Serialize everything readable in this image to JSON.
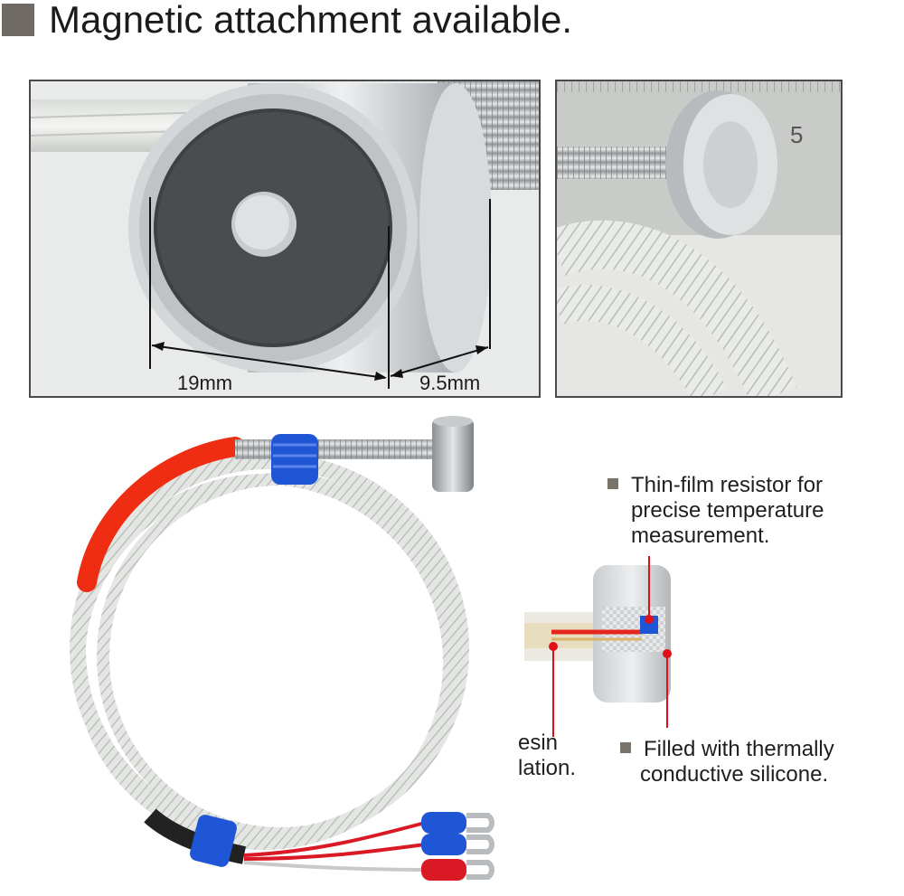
{
  "header": {
    "title": "Magnetic attachment available."
  },
  "dimensions": {
    "diameter_label": "19mm",
    "thickness_label": "9.5mm"
  },
  "callouts": {
    "resistor": {
      "line1": "Thin-film resistor for",
      "line2": "precise temperature",
      "line3": "measurement."
    },
    "resin": {
      "line1": "esin",
      "line2": "lation."
    },
    "silicone": {
      "line1": "Filled with thermally",
      "line2": "conductive silicone."
    }
  },
  "colors": {
    "bullet": "#6f6a63",
    "callout_red": "#e0101a",
    "sleeve_red": "#ee2d12",
    "tie_blue": "#1f56d6",
    "terminal_red": "#d91a25"
  },
  "icons": [
    "square-bullet-icon",
    "magnet-disc",
    "ruler",
    "braided-cable",
    "fork-terminal"
  ]
}
